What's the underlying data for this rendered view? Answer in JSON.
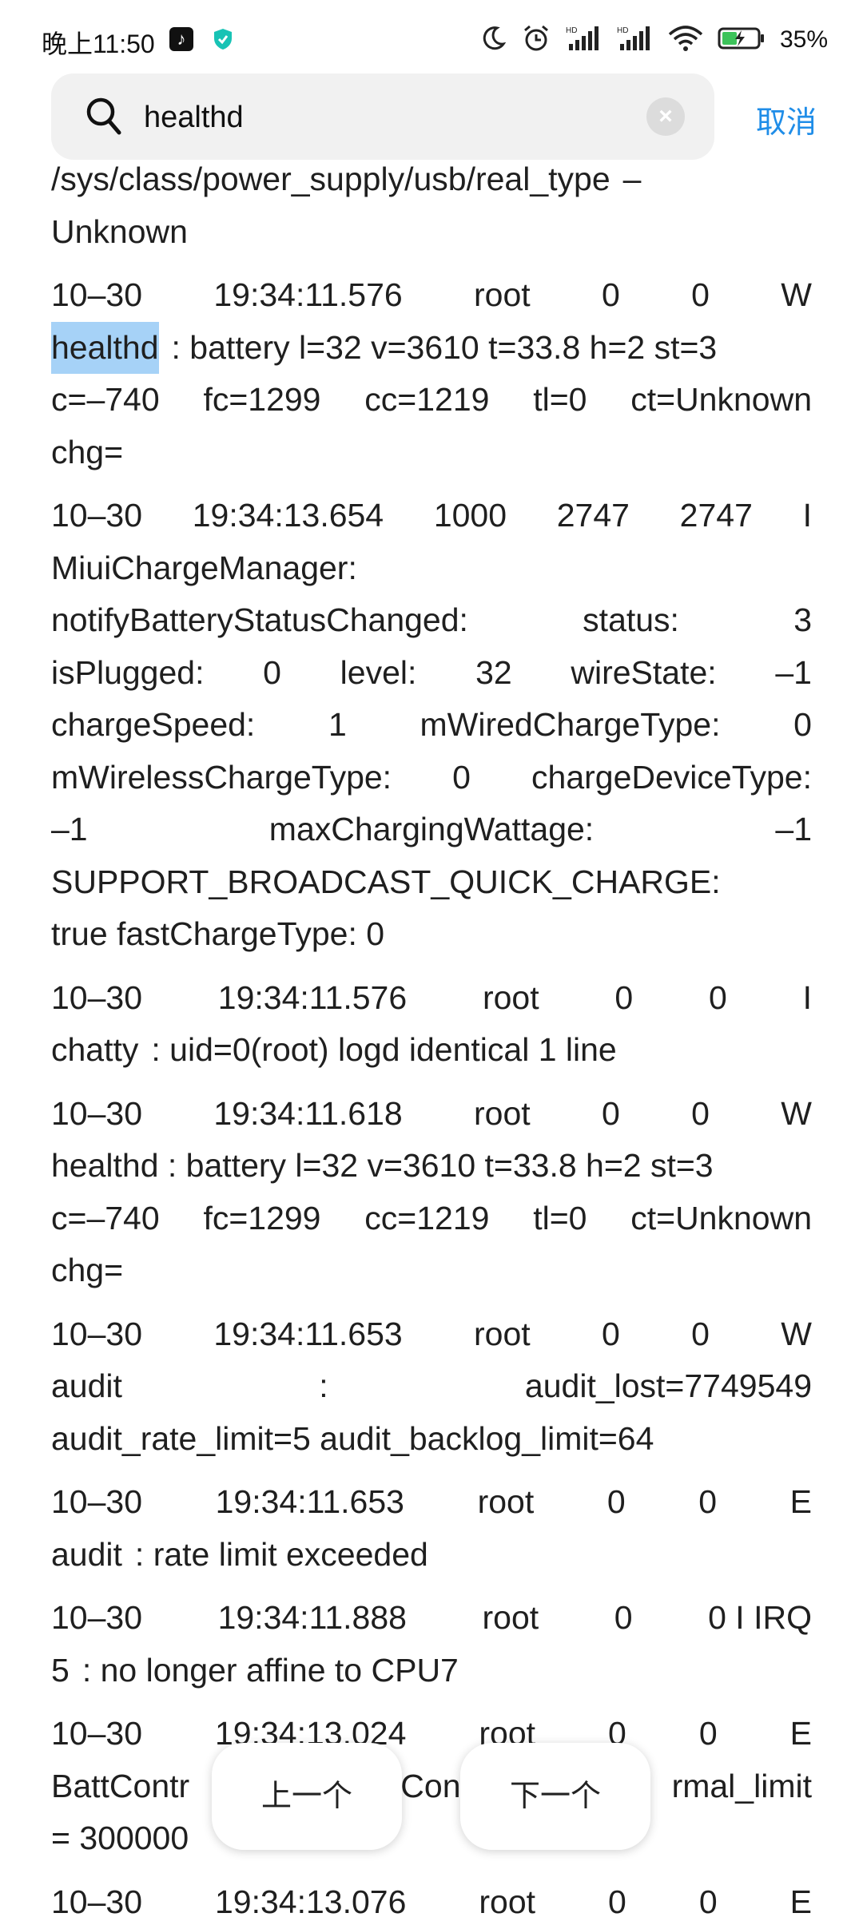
{
  "status_bar": {
    "time": "晚上11:50",
    "battery_percent": "35%",
    "icons": [
      "tiktok-icon",
      "shield-icon",
      "moon-icon",
      "alarm-icon",
      "hd-signal-icon",
      "hd-signal-icon",
      "wifi-icon",
      "battery-charging-icon"
    ]
  },
  "search": {
    "query": "healthd",
    "cancel_label": "取消"
  },
  "log": {
    "top_fragment": [
      [
        "/sys/class/power_supply/usb/real_type",
        "–"
      ],
      [
        "Unknown"
      ]
    ],
    "entries": [
      {
        "lines": [
          [
            "10–30",
            "19:34:11.576",
            "root",
            "0",
            "0",
            "W"
          ],
          [
            "healthd",
            ": battery l=32 v=3610 t=33.8 h=2 st=3"
          ],
          [
            "c=–740",
            "fc=1299",
            "cc=1219",
            "tl=0",
            "ct=Unknown"
          ],
          [
            "chg="
          ]
        ],
        "highlight_first_token_line": 1
      },
      {
        "lines": [
          [
            "10–30",
            "19:34:13.654",
            "1000",
            "2747",
            "2747",
            "I"
          ],
          [
            "MiuiChargeManager:"
          ],
          [
            "notifyBatteryStatusChanged:",
            "status:",
            "3"
          ],
          [
            "isPlugged:",
            "0",
            "level:",
            "32",
            "wireState:",
            "–1"
          ],
          [
            "chargeSpeed:",
            "1",
            "mWiredChargeType:",
            "0"
          ],
          [
            "mWirelessChargeType:",
            "0",
            "chargeDeviceType:"
          ],
          [
            "–1",
            "maxChargingWattage:",
            "–1"
          ],
          [
            "SUPPORT_BROADCAST_QUICK_CHARGE:"
          ],
          [
            "true fastChargeType: 0"
          ]
        ]
      },
      {
        "lines": [
          [
            "10–30",
            "19:34:11.576",
            "root",
            "0",
            "0",
            "I"
          ],
          [
            "chatty",
            ": uid=0(root) logd identical 1 line"
          ]
        ]
      },
      {
        "lines": [
          [
            "10–30",
            "19:34:11.618",
            "root",
            "0",
            "0",
            "W"
          ],
          [
            "healthd : battery l=32 v=3610 t=33.8 h=2 st=3"
          ],
          [
            "c=–740",
            "fc=1299",
            "cc=1219",
            "tl=0",
            "ct=Unknown"
          ],
          [
            "chg="
          ]
        ]
      },
      {
        "lines": [
          [
            "10–30",
            "19:34:11.653",
            "root",
            "0",
            "0",
            "W"
          ],
          [
            "audit",
            ":",
            "audit_lost=7749549"
          ],
          [
            "audit_rate_limit=5 audit_backlog_limit=64"
          ]
        ]
      },
      {
        "lines": [
          [
            "10–30",
            "19:34:11.653",
            "root",
            "0",
            "0",
            "E"
          ],
          [
            "audit",
            ": rate limit exceeded"
          ]
        ]
      },
      {
        "lines": [
          [
            "10–30",
            "19:34:11.888",
            "root",
            "0",
            "0 I IRQ"
          ],
          [
            "5",
            ": no longer affine to CPU7"
          ]
        ]
      },
      {
        "lines": [
          [
            "10–30",
            "19:34:13.024",
            "root",
            "0",
            "0",
            "E"
          ],
          [
            "BattContr",
            "Con",
            "rmal_limit"
          ],
          [
            "= 300000"
          ]
        ]
      },
      {
        "lines": [
          [
            "10–30",
            "19:34:13.076",
            "root",
            "0",
            "0",
            "E"
          ]
        ]
      }
    ]
  },
  "nav": {
    "prev_label": "上一个",
    "next_label": "下一个"
  },
  "colors": {
    "accent": "#1f8de8",
    "highlight": "#a6d2f7",
    "search_bg": "#f1f1f1"
  }
}
